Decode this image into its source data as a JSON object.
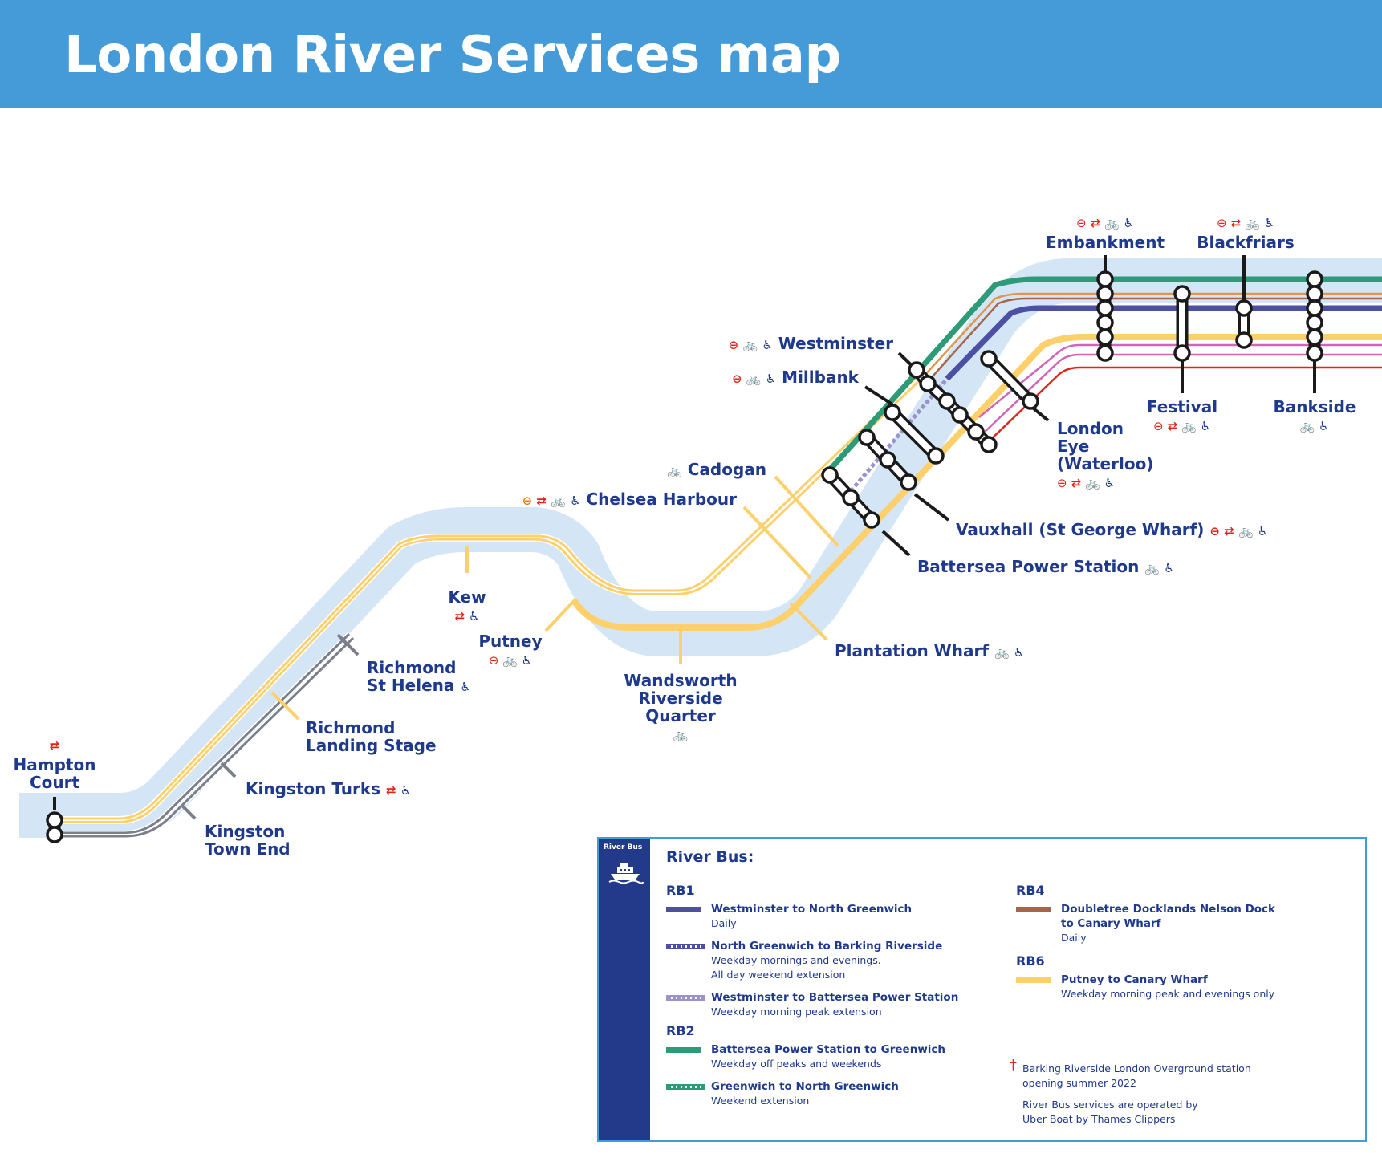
{
  "title": "London River Services map",
  "colors": {
    "header": "#449bd8",
    "river": "#d4e6f5",
    "rb1": "#4d4fa3",
    "rb2": "#2e9b78",
    "rb4": "#a5654b",
    "rb6": "#fdd06c",
    "pink": "#d066b5",
    "red": "#e1251b",
    "grey": "#7a7f8a",
    "text": "#1f3a8c"
  },
  "icons": {
    "rail": "⇄",
    "tube": "⊖",
    "bike": "🚲",
    "access": "♿",
    "overground": "⊖"
  },
  "piers": [
    {
      "name": "Hampton Court",
      "lines": [
        "Hampton",
        "Court"
      ],
      "icons": [
        "rail"
      ]
    },
    {
      "name": "Kingston Town End",
      "lines": [
        "Kingston",
        "Town End"
      ],
      "icons": []
    },
    {
      "name": "Kingston Turks",
      "lines": [
        "Kingston Turks"
      ],
      "icons": [
        "rail",
        "access"
      ]
    },
    {
      "name": "Richmond Landing Stage",
      "lines": [
        "Richmond",
        "Landing Stage"
      ],
      "icons": []
    },
    {
      "name": "Richmond St Helena",
      "lines": [
        "Richmond",
        "St Helena"
      ],
      "icons": [
        "access"
      ]
    },
    {
      "name": "Kew",
      "lines": [
        "Kew"
      ],
      "icons": [
        "rail",
        "access"
      ]
    },
    {
      "name": "Putney",
      "lines": [
        "Putney"
      ],
      "icons": [
        "tube",
        "bike",
        "access"
      ]
    },
    {
      "name": "Wandsworth Riverside Quarter",
      "lines": [
        "Wandsworth",
        "Riverside",
        "Quarter"
      ],
      "icons": [
        "bike"
      ]
    },
    {
      "name": "Plantation Wharf",
      "lines": [
        "Plantation Wharf"
      ],
      "icons": [
        "bike",
        "access"
      ]
    },
    {
      "name": "Chelsea Harbour",
      "lines": [
        "Chelsea Harbour"
      ],
      "icons": [
        "overground",
        "rail",
        "bike",
        "access"
      ]
    },
    {
      "name": "Cadogan",
      "lines": [
        "Cadogan"
      ],
      "icons": [
        "bike"
      ]
    },
    {
      "name": "Battersea Power Station",
      "lines": [
        "Battersea Power Station"
      ],
      "icons": [
        "bike",
        "access"
      ]
    },
    {
      "name": "Vauxhall (St George Wharf)",
      "lines": [
        "Vauxhall (St George Wharf)"
      ],
      "icons": [
        "tube",
        "rail",
        "bike",
        "access"
      ]
    },
    {
      "name": "Millbank",
      "lines": [
        "Millbank"
      ],
      "icons": [
        "tube",
        "bike",
        "access"
      ]
    },
    {
      "name": "Westminster",
      "lines": [
        "Westminster"
      ],
      "icons": [
        "tube",
        "bike",
        "access"
      ]
    },
    {
      "name": "London Eye (Waterloo)",
      "lines": [
        "London",
        "Eye",
        "(Waterloo)"
      ],
      "icons": [
        "tube",
        "rail",
        "bike",
        "access"
      ]
    },
    {
      "name": "Embankment",
      "lines": [
        "Embankment"
      ],
      "icons": [
        "tube",
        "rail",
        "bike",
        "access"
      ]
    },
    {
      "name": "Festival",
      "lines": [
        "Festival"
      ],
      "icons": [
        "tube",
        "rail",
        "bike",
        "access"
      ]
    },
    {
      "name": "Blackfriars",
      "lines": [
        "Blackfriars"
      ],
      "icons": [
        "tube",
        "rail",
        "bike",
        "access"
      ]
    },
    {
      "name": "Bankside",
      "lines": [
        "Bankside"
      ],
      "icons": [
        "bike",
        "access"
      ]
    }
  ],
  "legend": {
    "side_label": "River Bus",
    "heading": "River Bus:",
    "groups": [
      {
        "route": "RB1",
        "items": [
          {
            "name": "Westminster to North Greenwich",
            "desc": [
              "Daily"
            ],
            "color": "#4d4fa3",
            "style": "solid"
          },
          {
            "name": "North Greenwich to Barking Riverside",
            "desc": [
              "Weekday mornings and evenings.",
              "All day weekend extension"
            ],
            "color": "#4d4fa3",
            "style": "dashed"
          },
          {
            "name": "Westminster to Battersea Power Station",
            "desc": [
              "Weekday morning peak extension"
            ],
            "color": "#9a94cc",
            "style": "dashed"
          }
        ]
      },
      {
        "route": "RB2",
        "items": [
          {
            "name": "Battersea Power Station to Greenwich",
            "desc": [
              "Weekday off peaks and weekends"
            ],
            "color": "#2e9b78",
            "style": "solid"
          },
          {
            "name": "Greenwich to North Greenwich",
            "desc": [
              "Weekend extension"
            ],
            "color": "#2e9b78",
            "style": "dashed"
          }
        ]
      },
      {
        "route": "RB4",
        "items": [
          {
            "name": "Doubletree Docklands Nelson Dock to Canary Wharf",
            "name_lines": [
              "Doubletree Docklands Nelson Dock",
              "to Canary Wharf"
            ],
            "desc": [
              "Daily"
            ],
            "color": "#a5654b",
            "style": "solid"
          }
        ]
      },
      {
        "route": "RB6",
        "items": [
          {
            "name": "Putney to Canary Wharf",
            "desc": [
              "Weekday morning peak and evenings only"
            ],
            "color": "#fdd06c",
            "style": "solid"
          }
        ]
      }
    ],
    "notes": [
      {
        "dagger": "†",
        "lines": [
          "Barking Riverside London Overground station",
          "opening summer 2022"
        ]
      },
      {
        "dagger": "",
        "lines": [
          "River Bus services are operated by",
          "Uber Boat by Thames Clippers"
        ]
      }
    ]
  }
}
